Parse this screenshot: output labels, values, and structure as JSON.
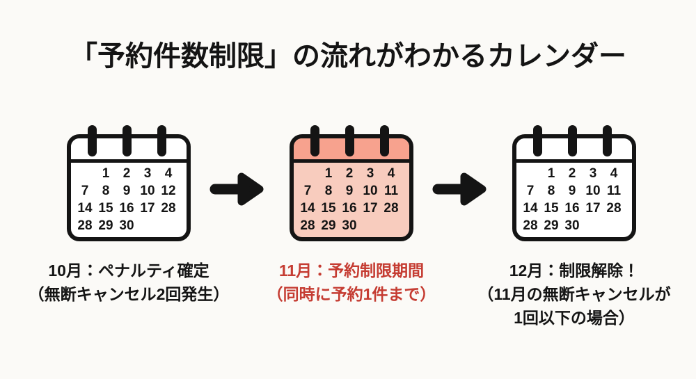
{
  "title": "「予約件数制限」の流れがわかるカレンダー",
  "colors": {
    "background": "#fbfaf7",
    "ink": "#141414",
    "accent_red": "#c53c32",
    "pink_header": "#f7a28e",
    "pink_body": "#f8ccbe"
  },
  "icons": {
    "arrow_right": "→",
    "calendar_ring": "capsule-shape"
  },
  "calendars": [
    {
      "id": "october",
      "highlighted": false,
      "rows": [
        [
          "",
          "1",
          "2",
          "3",
          "4"
        ],
        [
          "7",
          "8",
          "9",
          "10",
          "12"
        ],
        [
          "14",
          "15",
          "16",
          "17",
          "28"
        ],
        [
          "28",
          "29",
          "30",
          "",
          ""
        ]
      ],
      "caption_line1": "10月：ペナルティ確定",
      "caption_line2": "（無断キャンセル2回発生）"
    },
    {
      "id": "november",
      "highlighted": true,
      "rows": [
        [
          "",
          "1",
          "2",
          "3",
          "4"
        ],
        [
          "7",
          "8",
          "9",
          "10",
          "11"
        ],
        [
          "14",
          "15",
          "16",
          "17",
          "28"
        ],
        [
          "28",
          "29",
          "30",
          "",
          ""
        ]
      ],
      "caption_line1": "11月：予約制限期間",
      "caption_line2": "（同時に予約1件まで）"
    },
    {
      "id": "december",
      "highlighted": false,
      "rows": [
        [
          "",
          "1",
          "2",
          "3",
          "4"
        ],
        [
          "7",
          "8",
          "9",
          "10",
          "11"
        ],
        [
          "14",
          "15",
          "16",
          "17",
          "28"
        ],
        [
          "28",
          "29",
          "30",
          "",
          ""
        ]
      ],
      "caption_line1": "12月：制限解除！",
      "caption_line2": "（11月の無断キャンセルが",
      "caption_line3": "1回以下の場合）"
    }
  ]
}
